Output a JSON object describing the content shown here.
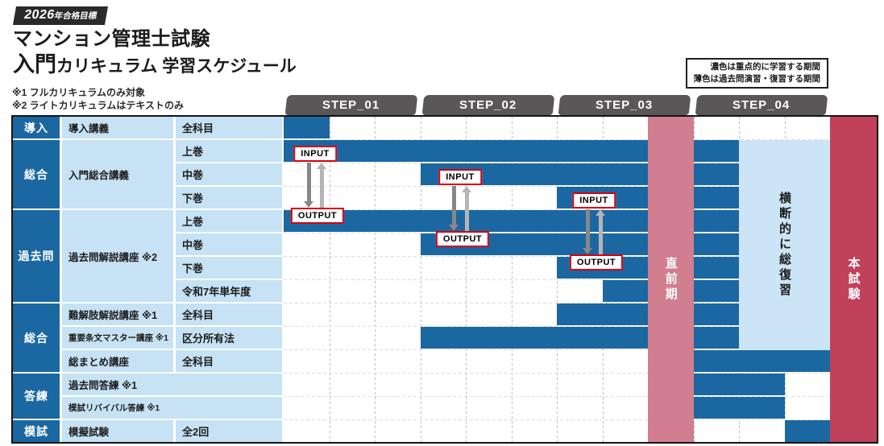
{
  "badge": {
    "year": "2026",
    "suffix": "年合格目標"
  },
  "title": {
    "line1": "マンション管理士試験",
    "line2_strong": "入門",
    "line2_rest": "カリキュラム 学習スケジュール"
  },
  "notes": {
    "note1": "※1 フルカリキュラムのみ対象",
    "note2": "※2 ライトカリキュラムはテキストのみ"
  },
  "legend": {
    "line1": "濃色は重点的に学習する期間",
    "line2": "薄色は過去問演習・復習する期間"
  },
  "io_labels": {
    "input": "INPUT",
    "output": "OUTPUT"
  },
  "column_labels": {
    "last_spurt": "直前期",
    "cross_review": "横断的に総復習",
    "exam": "本試験"
  },
  "colors": {
    "dark_blue": "#1b67a2",
    "light_blue_cell": "#c6e2f4",
    "overlay_blue": "#cbe5f6",
    "pink": "#d17e90",
    "red": "#c04159",
    "tab_gray": "#595757",
    "io_border_red": "#d7000f",
    "arrow_dark": "#878787",
    "arrow_light": "#b5b5b5"
  },
  "chart_data": {
    "type": "bar",
    "subtype": "gantt-schedule",
    "title": "入門カリキュラム 学習スケジュール",
    "unit": "sub-column (3 sub-columns per STEP)",
    "steps": [
      "STEP_01",
      "STEP_02",
      "STEP_03",
      "STEP_04"
    ],
    "axis_range_units": [
      0,
      12
    ],
    "grid": "dashed",
    "rows": [
      {
        "category": "導入",
        "course": "導入講義",
        "subject": "全科目",
        "bars": [
          [
            0,
            1
          ]
        ]
      },
      {
        "category": "総合",
        "course": "入門総合講義",
        "subject": "上巻",
        "bars": [
          [
            0,
            10
          ]
        ]
      },
      {
        "category": "総合",
        "course": "入門総合講義",
        "subject": "中巻",
        "bars": [
          [
            3,
            10
          ]
        ]
      },
      {
        "category": "総合",
        "course": "入門総合講義",
        "subject": "下巻",
        "bars": [
          [
            6,
            10
          ]
        ]
      },
      {
        "category": "過去問",
        "course": "過去問解説講座 ※2",
        "subject": "上巻",
        "bars": [
          [
            0,
            10
          ]
        ]
      },
      {
        "category": "過去問",
        "course": "過去問解説講座 ※2",
        "subject": "中巻",
        "bars": [
          [
            3,
            10
          ]
        ]
      },
      {
        "category": "過去問",
        "course": "過去問解説講座 ※2",
        "subject": "下巻",
        "bars": [
          [
            6,
            10
          ]
        ]
      },
      {
        "category": "過去問",
        "course": "過去問解説講座 ※2",
        "subject": "令和7年単年度",
        "bars": [
          [
            7,
            10
          ]
        ]
      },
      {
        "category": "総合",
        "course": "難解肢解説講座 ※1",
        "subject": "全科目",
        "bars": [
          [
            6,
            10
          ]
        ]
      },
      {
        "category": "総合",
        "course": "重要条文マスター講座 ※1",
        "subject": "区分所有法",
        "bars": [
          [
            3,
            10
          ]
        ]
      },
      {
        "category": "総合",
        "course": "総まとめ講座",
        "subject": "全科目",
        "bars": [
          [
            9,
            12
          ]
        ]
      },
      {
        "category": "答練",
        "course": "過去問答練 ※1",
        "subject": null,
        "bars": [
          [
            9,
            11
          ]
        ]
      },
      {
        "category": "答練",
        "course": "模試リバイバル答練 ※1",
        "subject": null,
        "bars": [
          [
            9,
            11
          ]
        ]
      },
      {
        "category": "模試",
        "course": "模擬試験",
        "subject": "全2回",
        "bars": [
          [
            11,
            12
          ]
        ]
      }
    ],
    "overlays": [
      {
        "label": "直前期",
        "columns": [
          8,
          9
        ],
        "rows": "all",
        "color_key": "pink"
      },
      {
        "label": "横断的に総復習",
        "columns": [
          10,
          12
        ],
        "rows": [
          1,
          10
        ],
        "color_key": "overlay_blue"
      },
      {
        "label": "本試験",
        "columns": [
          12,
          13
        ],
        "rows": "all",
        "color_key": "red"
      }
    ],
    "io_links": [
      {
        "input_row": "入門総合講義 上巻",
        "output_row": "過去問解説講座 上巻"
      },
      {
        "input_row": "入門総合講義 中巻",
        "output_row": "過去問解説講座 中巻"
      },
      {
        "input_row": "入門総合講義 下巻",
        "output_row": "過去問解説講座 下巻"
      }
    ]
  }
}
